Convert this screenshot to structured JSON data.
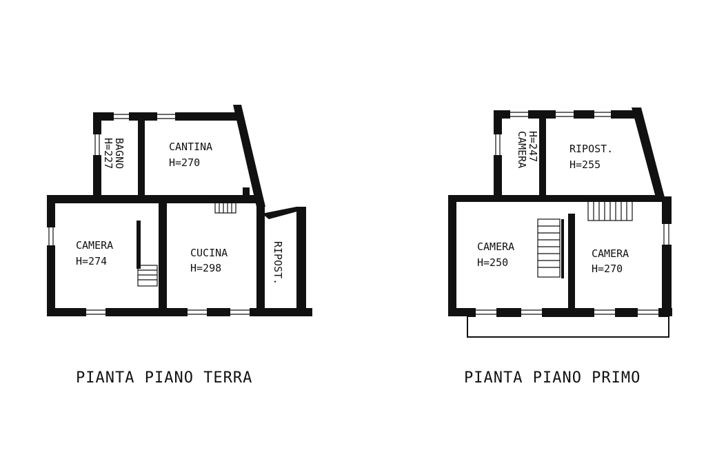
{
  "ground_floor": {
    "title": "PIANTA PIANO TERRA",
    "rooms": {
      "bagno": {
        "name": "BAGNO",
        "height": "H=227"
      },
      "cantina": {
        "name": "CANTINA",
        "height": "H=270"
      },
      "camera": {
        "name": "CAMERA",
        "height": "H=274"
      },
      "cucina": {
        "name": "CUCINA",
        "height": "H=298"
      },
      "ripost": {
        "name": "RIPOST."
      }
    }
  },
  "first_floor": {
    "title": "PIANTA PIANO PRIMO",
    "rooms": {
      "camera_small": {
        "name": "CAMERA",
        "height": "H=247"
      },
      "ripost": {
        "name": "RIPOST.",
        "height": "H=255"
      },
      "camera_left": {
        "name": "CAMERA",
        "height": "H=250"
      },
      "camera_right": {
        "name": "CAMERA",
        "height": "H=270"
      }
    }
  }
}
